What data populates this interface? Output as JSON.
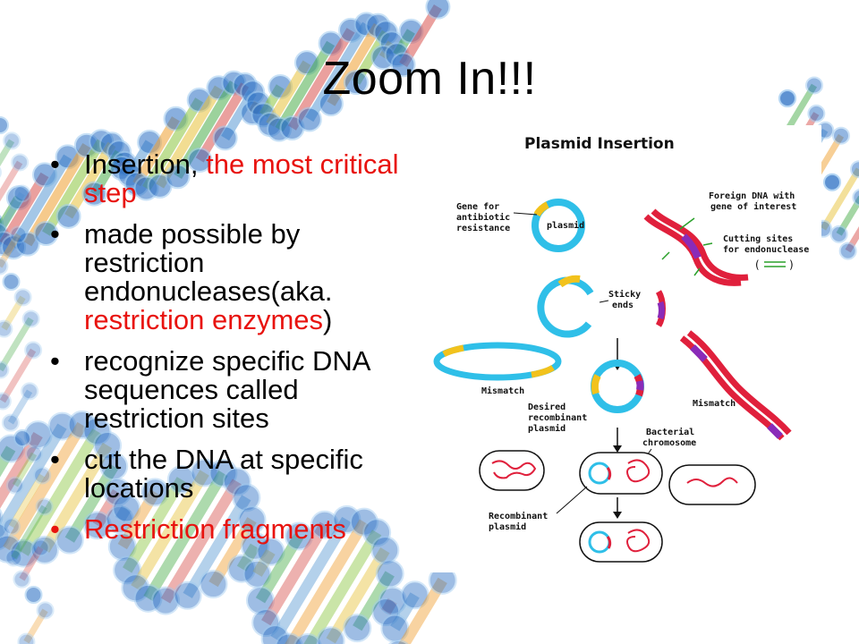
{
  "slide": {
    "title": "Zoom In!!!",
    "bullets": [
      {
        "plain": "Insertion, ",
        "red": "the most critical step",
        "tail": ""
      },
      {
        "plain": "made possible by restriction endonucleases(aka. ",
        "red": "restriction enzymes",
        "tail": ")"
      },
      {
        "plain": "recognize specific DNA sequences called restriction sites",
        "red": "",
        "tail": ""
      },
      {
        "plain": "cut the DNA at specific locations",
        "red": "",
        "tail": ""
      },
      {
        "plain": "",
        "red": "Restriction fragments",
        "tail": ""
      }
    ],
    "bullet_char": "•"
  },
  "diagram": {
    "title": "Plasmid Insertion",
    "labels": {
      "gene_for": "Gene for",
      "antibiotic": "antibiotic",
      "resistance": "resistance",
      "plasmid": "plasmid",
      "foreign_dna_1": "Foreign DNA with",
      "foreign_dna_2": "gene of interest",
      "cutting_sites": "Cutting sites",
      "for_endo_a": "for",
      "for_endo_b": "endonuclease",
      "sticky": "Sticky",
      "ends": "ends",
      "mismatch_left": "Mismatch",
      "mismatch_right": "Mismatch",
      "desired": "Desired",
      "recombinant": "recombinant",
      "plasmid2": "plasmid",
      "bacterial": "Bacterial",
      "chromosome": "chromosome",
      "recombinant_plasmid_1": "Recombinant",
      "recombinant_plasmid_2": "plasmid"
    }
  },
  "colors": {
    "plasmid": "#2fbfe8",
    "resistance_gene": "#f2c21c",
    "foreign_dna": "#e0203c",
    "gene_of_interest": "#8a2bb8",
    "arrow_green": "#2aa02a",
    "bullet_red": "#e8130f"
  }
}
